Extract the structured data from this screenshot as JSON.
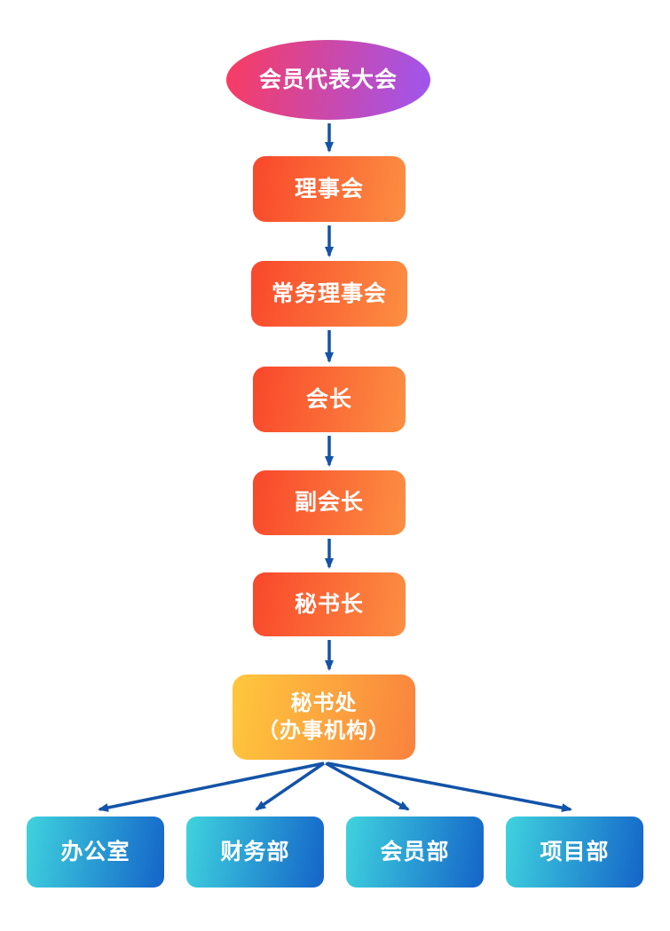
{
  "diagram": {
    "type": "org-chart",
    "nodes": {
      "assembly": {
        "label": "会员代表大会"
      },
      "council": {
        "label": "理事会"
      },
      "standing_council": {
        "label": "常务理事会"
      },
      "president": {
        "label": "会长"
      },
      "vice_president": {
        "label": "副会长"
      },
      "secretary_general": {
        "label": "秘书长"
      },
      "secretariat": {
        "line1": "秘书处",
        "line2": "（办事机构）"
      },
      "office": {
        "label": "办公室"
      },
      "finance": {
        "label": "财务部"
      },
      "membership": {
        "label": "会员部"
      },
      "project": {
        "label": "项目部"
      }
    },
    "edges": [
      [
        "assembly",
        "council"
      ],
      [
        "council",
        "standing_council"
      ],
      [
        "standing_council",
        "president"
      ],
      [
        "president",
        "vice_president"
      ],
      [
        "vice_president",
        "secretary_general"
      ],
      [
        "secretary_general",
        "secretariat"
      ],
      [
        "secretariat",
        "office"
      ],
      [
        "secretariat",
        "finance"
      ],
      [
        "secretariat",
        "membership"
      ],
      [
        "secretariat",
        "project"
      ]
    ],
    "colors": {
      "ellipse_start": "#fa3b5f",
      "ellipse_end": "#9d56f2",
      "box_start": "#f9472b",
      "box_end": "#fc8f42",
      "secretariat_start": "#ffc83d",
      "secretariat_end": "#f9823e",
      "dept_start": "#3fd3de",
      "dept_end": "#1464c8",
      "arrow": "#1353a8",
      "label_text": "#ffffff"
    }
  }
}
